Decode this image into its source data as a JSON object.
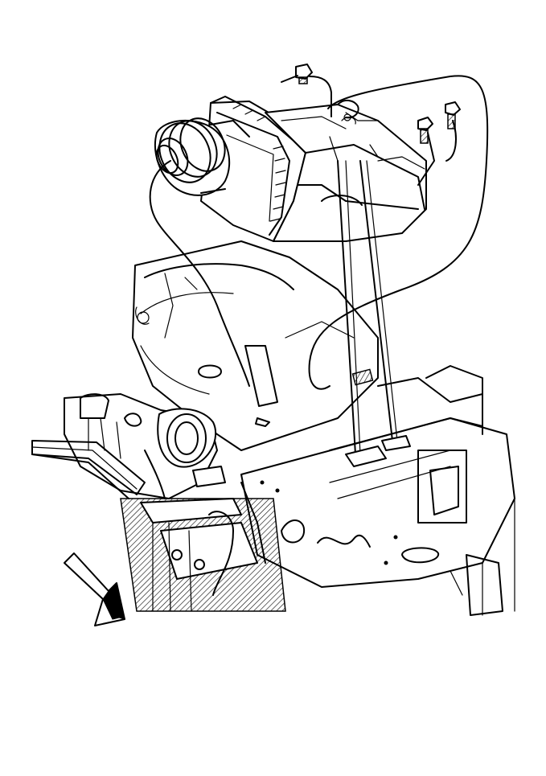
{
  "diagram": {
    "kind": "technical line illustration",
    "palette": {
      "ink": "#000000",
      "paper": "#ffffff"
    },
    "components": [
      {
        "name": "air-cleaner-housing"
      },
      {
        "name": "intake-duct"
      },
      {
        "name": "housing-bolt-left"
      },
      {
        "name": "housing-bolt-right-a"
      },
      {
        "name": "housing-bolt-right-b"
      },
      {
        "name": "mounting-stud"
      },
      {
        "name": "throttle-body"
      },
      {
        "name": "engine-block"
      },
      {
        "name": "radiator-support"
      },
      {
        "name": "front-direction-arrow"
      }
    ]
  }
}
